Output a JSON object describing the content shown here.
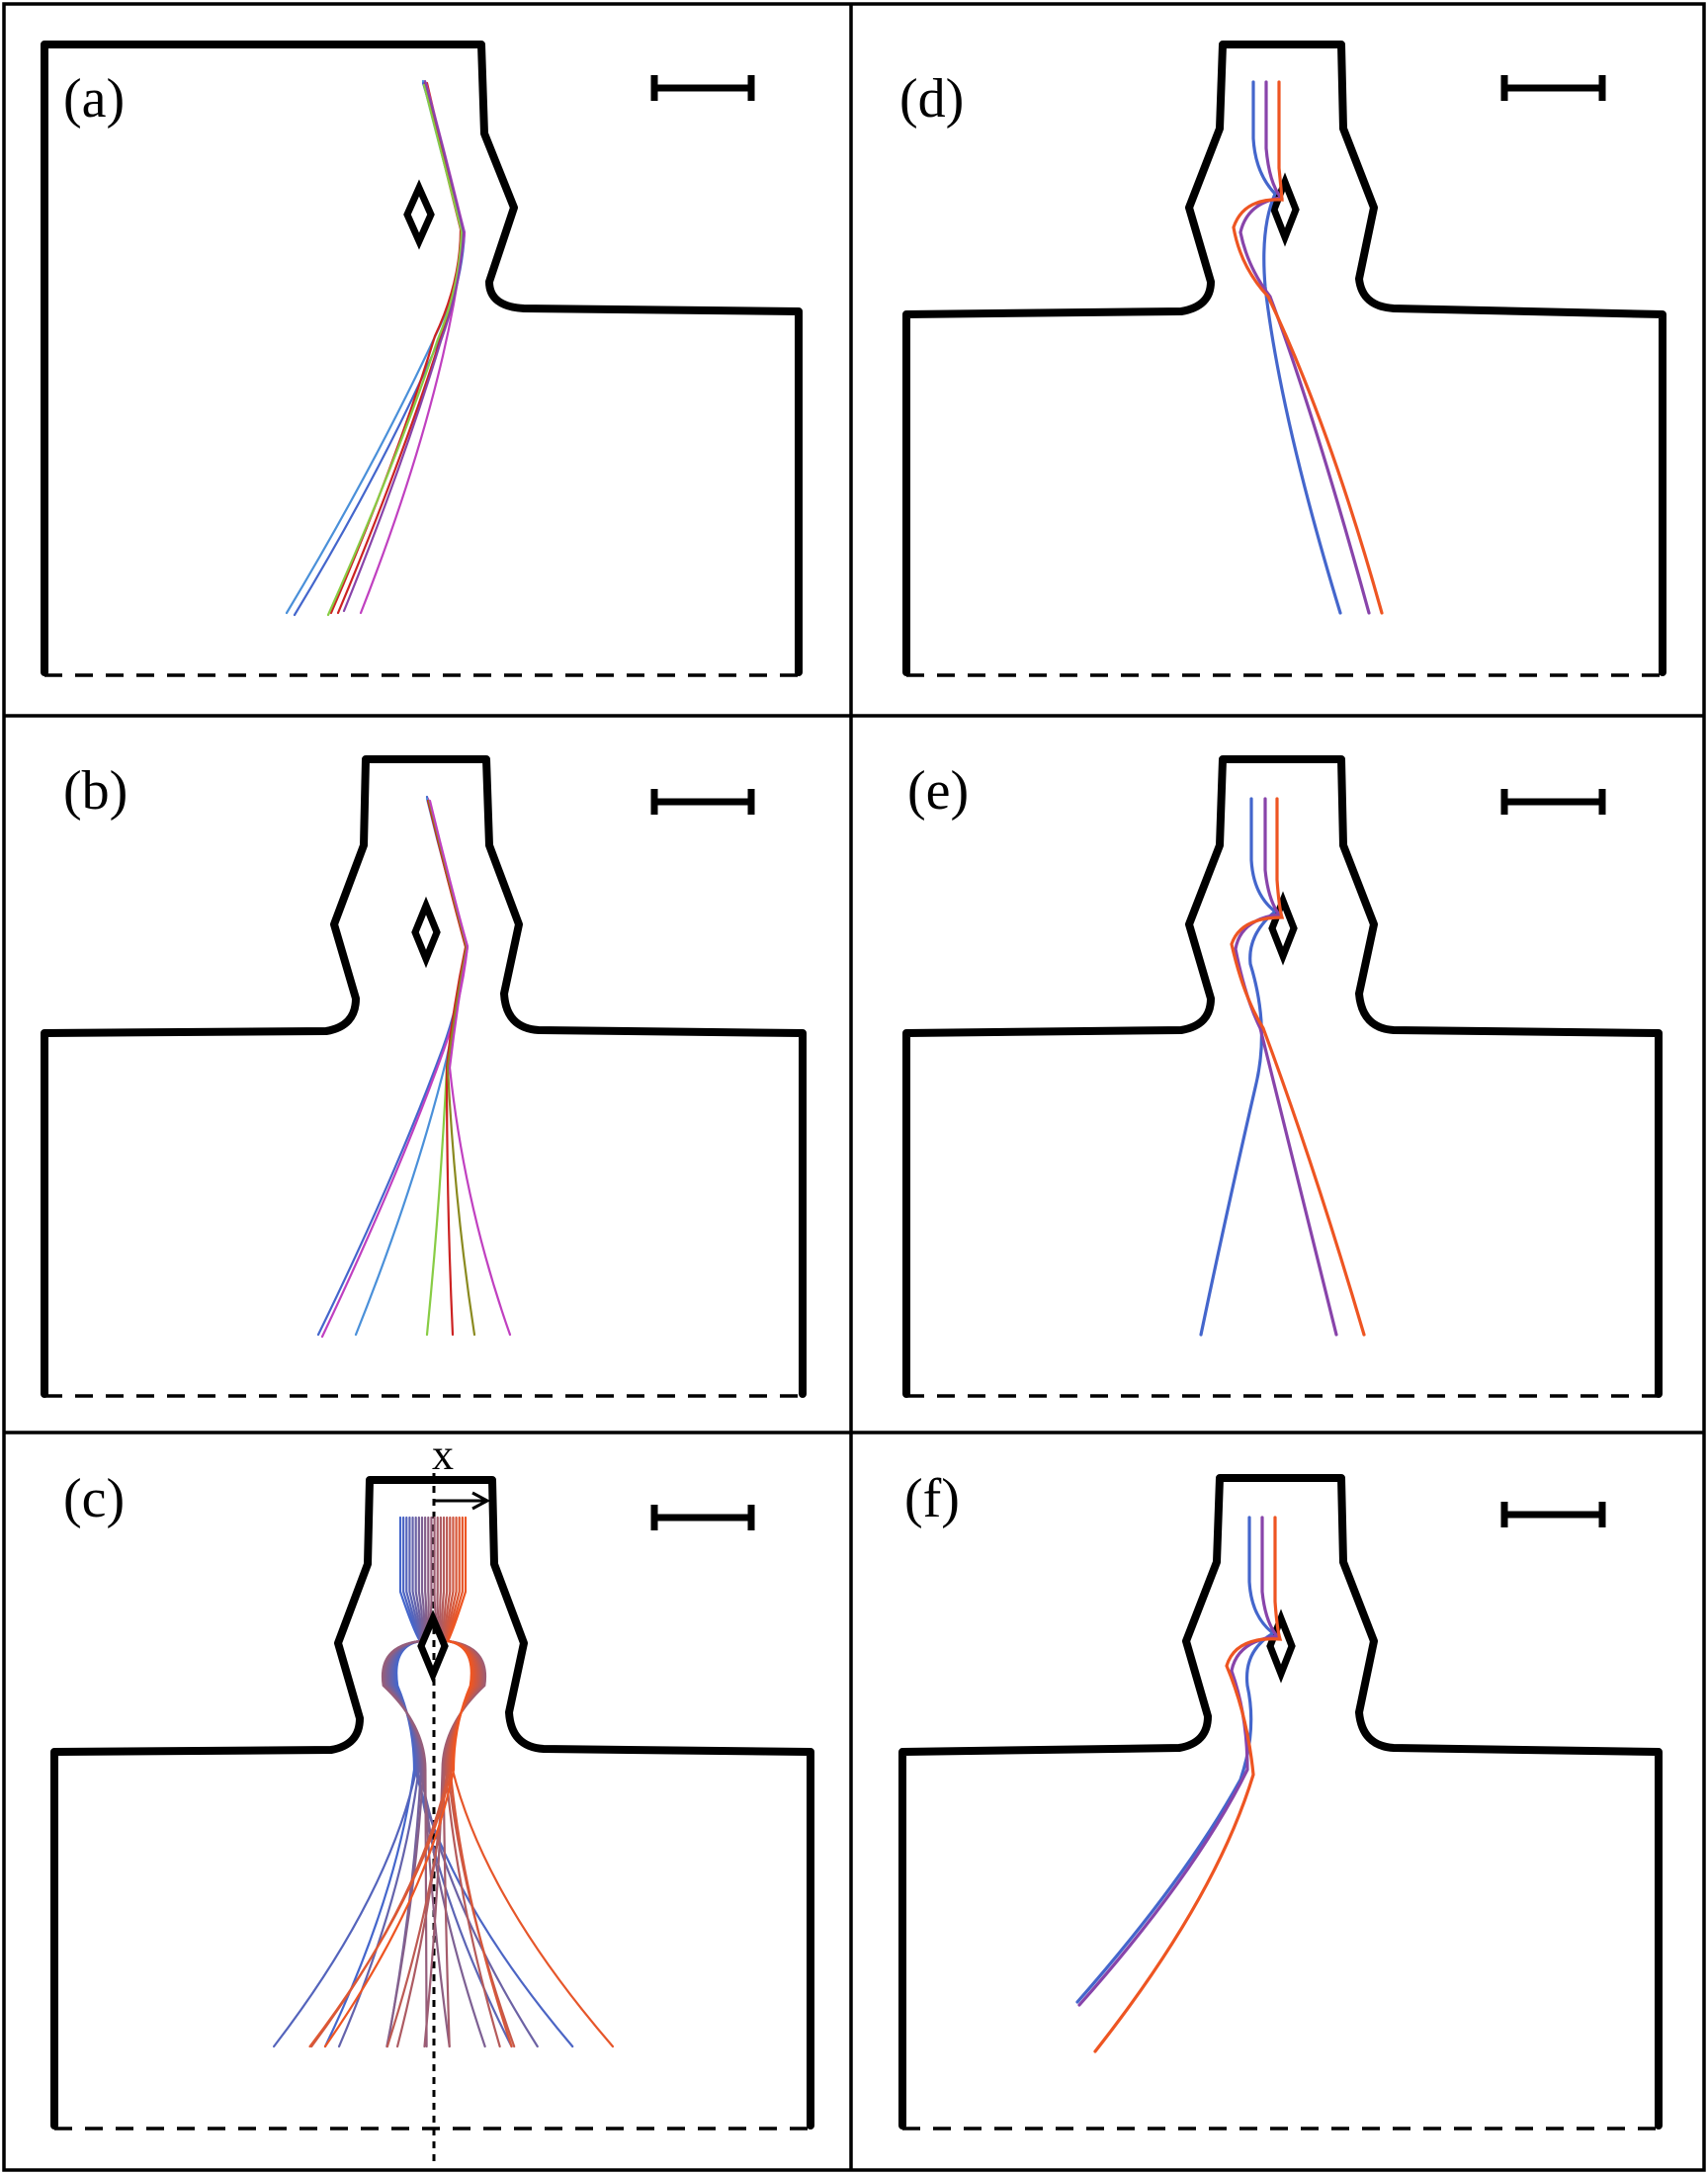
{
  "figure": {
    "colors": {
      "wall": "#000000",
      "blue": "#4466cc",
      "orange": "#ee5522",
      "red": "#cc2222",
      "magenta": "#c040c0",
      "purple": "#8844aa",
      "green": "#88cc44",
      "skyblue": "#4a90d9",
      "olive": "#8a8a20"
    },
    "panels": [
      {
        "id": "a",
        "label": "(a)"
      },
      {
        "id": "b",
        "label": "(b)"
      },
      {
        "id": "c",
        "label": "(c)",
        "axis_label": "x"
      },
      {
        "id": "d",
        "label": "(d)"
      },
      {
        "id": "e",
        "label": "(e)"
      },
      {
        "id": "f",
        "label": "(f)"
      }
    ]
  }
}
